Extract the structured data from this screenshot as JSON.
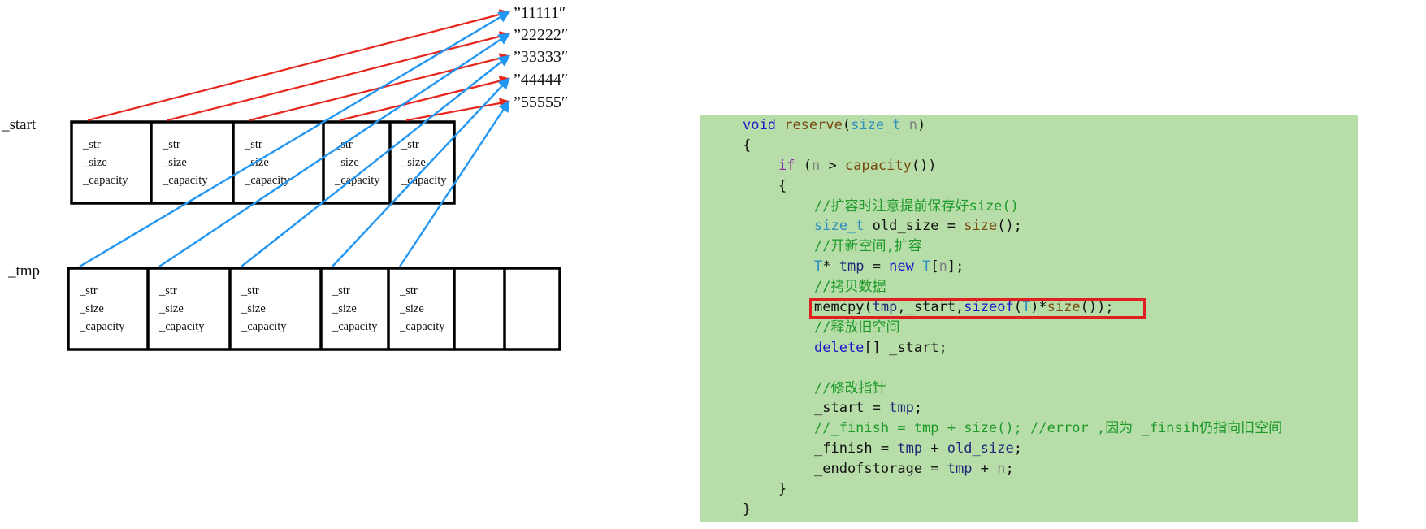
{
  "memory": {
    "start_label": "_start",
    "tmp_label": "_tmp",
    "fields": [
      "_str",
      "_size",
      "_capacity"
    ],
    "strings": [
      "”11111″",
      "”22222″",
      "”33333″",
      "”44444″",
      "”55555″"
    ],
    "colors": {
      "old_pointer": "#e8261c",
      "new_pointer": "#2196f3"
    }
  },
  "code": {
    "lines": [
      {
        "indent": 0,
        "tokens": [
          [
            "kw",
            "void"
          ],
          [
            "",
            " "
          ],
          [
            "fn",
            "reserve"
          ],
          [
            "",
            "("
          ],
          [
            "ty",
            "size_t"
          ],
          [
            "",
            " "
          ],
          [
            "prm",
            "n"
          ],
          [
            "",
            ")"
          ]
        ]
      },
      {
        "indent": 0,
        "tokens": [
          [
            "",
            "{"
          ]
        ]
      },
      {
        "indent": 1,
        "tokens": [
          [
            "pp",
            "if"
          ],
          [
            "",
            " ("
          ],
          [
            "prm",
            "n"
          ],
          [
            "",
            " > "
          ],
          [
            "fn",
            "capacity"
          ],
          [
            "",
            "())"
          ]
        ]
      },
      {
        "indent": 1,
        "tokens": [
          [
            "",
            "{"
          ]
        ]
      },
      {
        "indent": 2,
        "tokens": [
          [
            "cm",
            "//扩容时注意提前保存好size()"
          ]
        ]
      },
      {
        "indent": 2,
        "tokens": [
          [
            "ty",
            "size_t"
          ],
          [
            "",
            " old_size = "
          ],
          [
            "fn",
            "size"
          ],
          [
            "",
            "();"
          ]
        ]
      },
      {
        "indent": 2,
        "tokens": [
          [
            "cm",
            "//开新空间,扩容"
          ]
        ]
      },
      {
        "indent": 2,
        "tokens": [
          [
            "ty",
            "T"
          ],
          [
            "",
            "* "
          ],
          [
            "var",
            "tmp"
          ],
          [
            "",
            " = "
          ],
          [
            "kw",
            "new"
          ],
          [
            "",
            " "
          ],
          [
            "ty",
            "T"
          ],
          [
            "",
            "["
          ],
          [
            "prm",
            "n"
          ],
          [
            "",
            "];"
          ]
        ]
      },
      {
        "indent": 2,
        "tokens": [
          [
            "cm",
            "//拷贝数据"
          ]
        ]
      },
      {
        "indent": 2,
        "tokens": [
          [
            "",
            "memcpy("
          ],
          [
            "var",
            "tmp"
          ],
          [
            "",
            ",_start,"
          ],
          [
            "kw",
            "sizeof"
          ],
          [
            "",
            "("
          ],
          [
            "ty",
            "T"
          ],
          [
            "",
            ")*"
          ],
          [
            "fn",
            "size"
          ],
          [
            "",
            "());"
          ]
        ]
      },
      {
        "indent": 2,
        "tokens": [
          [
            "cm",
            "//释放旧空间"
          ]
        ]
      },
      {
        "indent": 2,
        "tokens": [
          [
            "kw",
            "delete"
          ],
          [
            "",
            "[] _start;"
          ]
        ]
      },
      {
        "indent": 2,
        "tokens": []
      },
      {
        "indent": 2,
        "tokens": [
          [
            "cm",
            "//修改指针"
          ]
        ]
      },
      {
        "indent": 2,
        "tokens": [
          [
            "",
            "_start = "
          ],
          [
            "var",
            "tmp"
          ],
          [
            "",
            ";"
          ]
        ]
      },
      {
        "indent": 2,
        "tokens": [
          [
            "cm",
            "//_finish = tmp + size(); //error ,因为 _finsih仍指向旧空间"
          ]
        ]
      },
      {
        "indent": 2,
        "tokens": [
          [
            "",
            "_finish = "
          ],
          [
            "var",
            "tmp"
          ],
          [
            "",
            " + "
          ],
          [
            "var",
            "old_size"
          ],
          [
            "",
            ";"
          ]
        ]
      },
      {
        "indent": 2,
        "tokens": [
          [
            "",
            "_endofstorage = "
          ],
          [
            "var",
            "tmp"
          ],
          [
            "",
            " + "
          ],
          [
            "prm",
            "n"
          ],
          [
            "",
            ";"
          ]
        ]
      },
      {
        "indent": 1,
        "tokens": [
          [
            "",
            "}"
          ]
        ]
      },
      {
        "indent": 0,
        "tokens": [
          [
            "",
            "}"
          ]
        ]
      }
    ],
    "highlight_color": "#e02020",
    "panel_color": "#b7dda8"
  }
}
